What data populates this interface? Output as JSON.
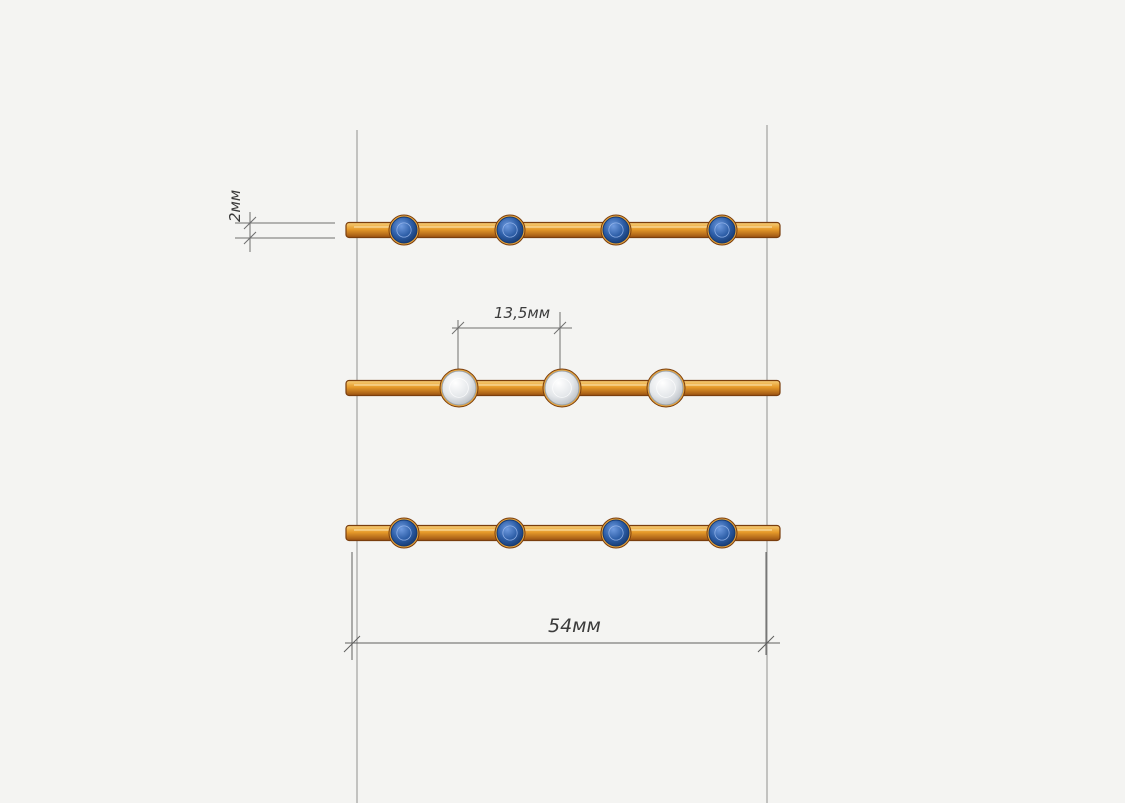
{
  "sketch": {
    "dimensions": {
      "band_height": "2мм",
      "stone_spacing": "13,5мм",
      "total_length": "54мм"
    },
    "bracelets": [
      {
        "stone_type": "sapphire",
        "stone_count": 4
      },
      {
        "stone_type": "diamond",
        "stone_count": 3
      },
      {
        "stone_type": "sapphire",
        "stone_count": 4
      }
    ],
    "colors": {
      "paper": "#f4f4f2",
      "gold": "#e69a2a",
      "gold_dark": "#8a4a12",
      "gold_light": "#f7cf7a",
      "sapphire": "#2e5fa8",
      "sapphire_dark": "#163a72",
      "diamond": "#e9ecef",
      "line": "#8f8f8f"
    }
  }
}
